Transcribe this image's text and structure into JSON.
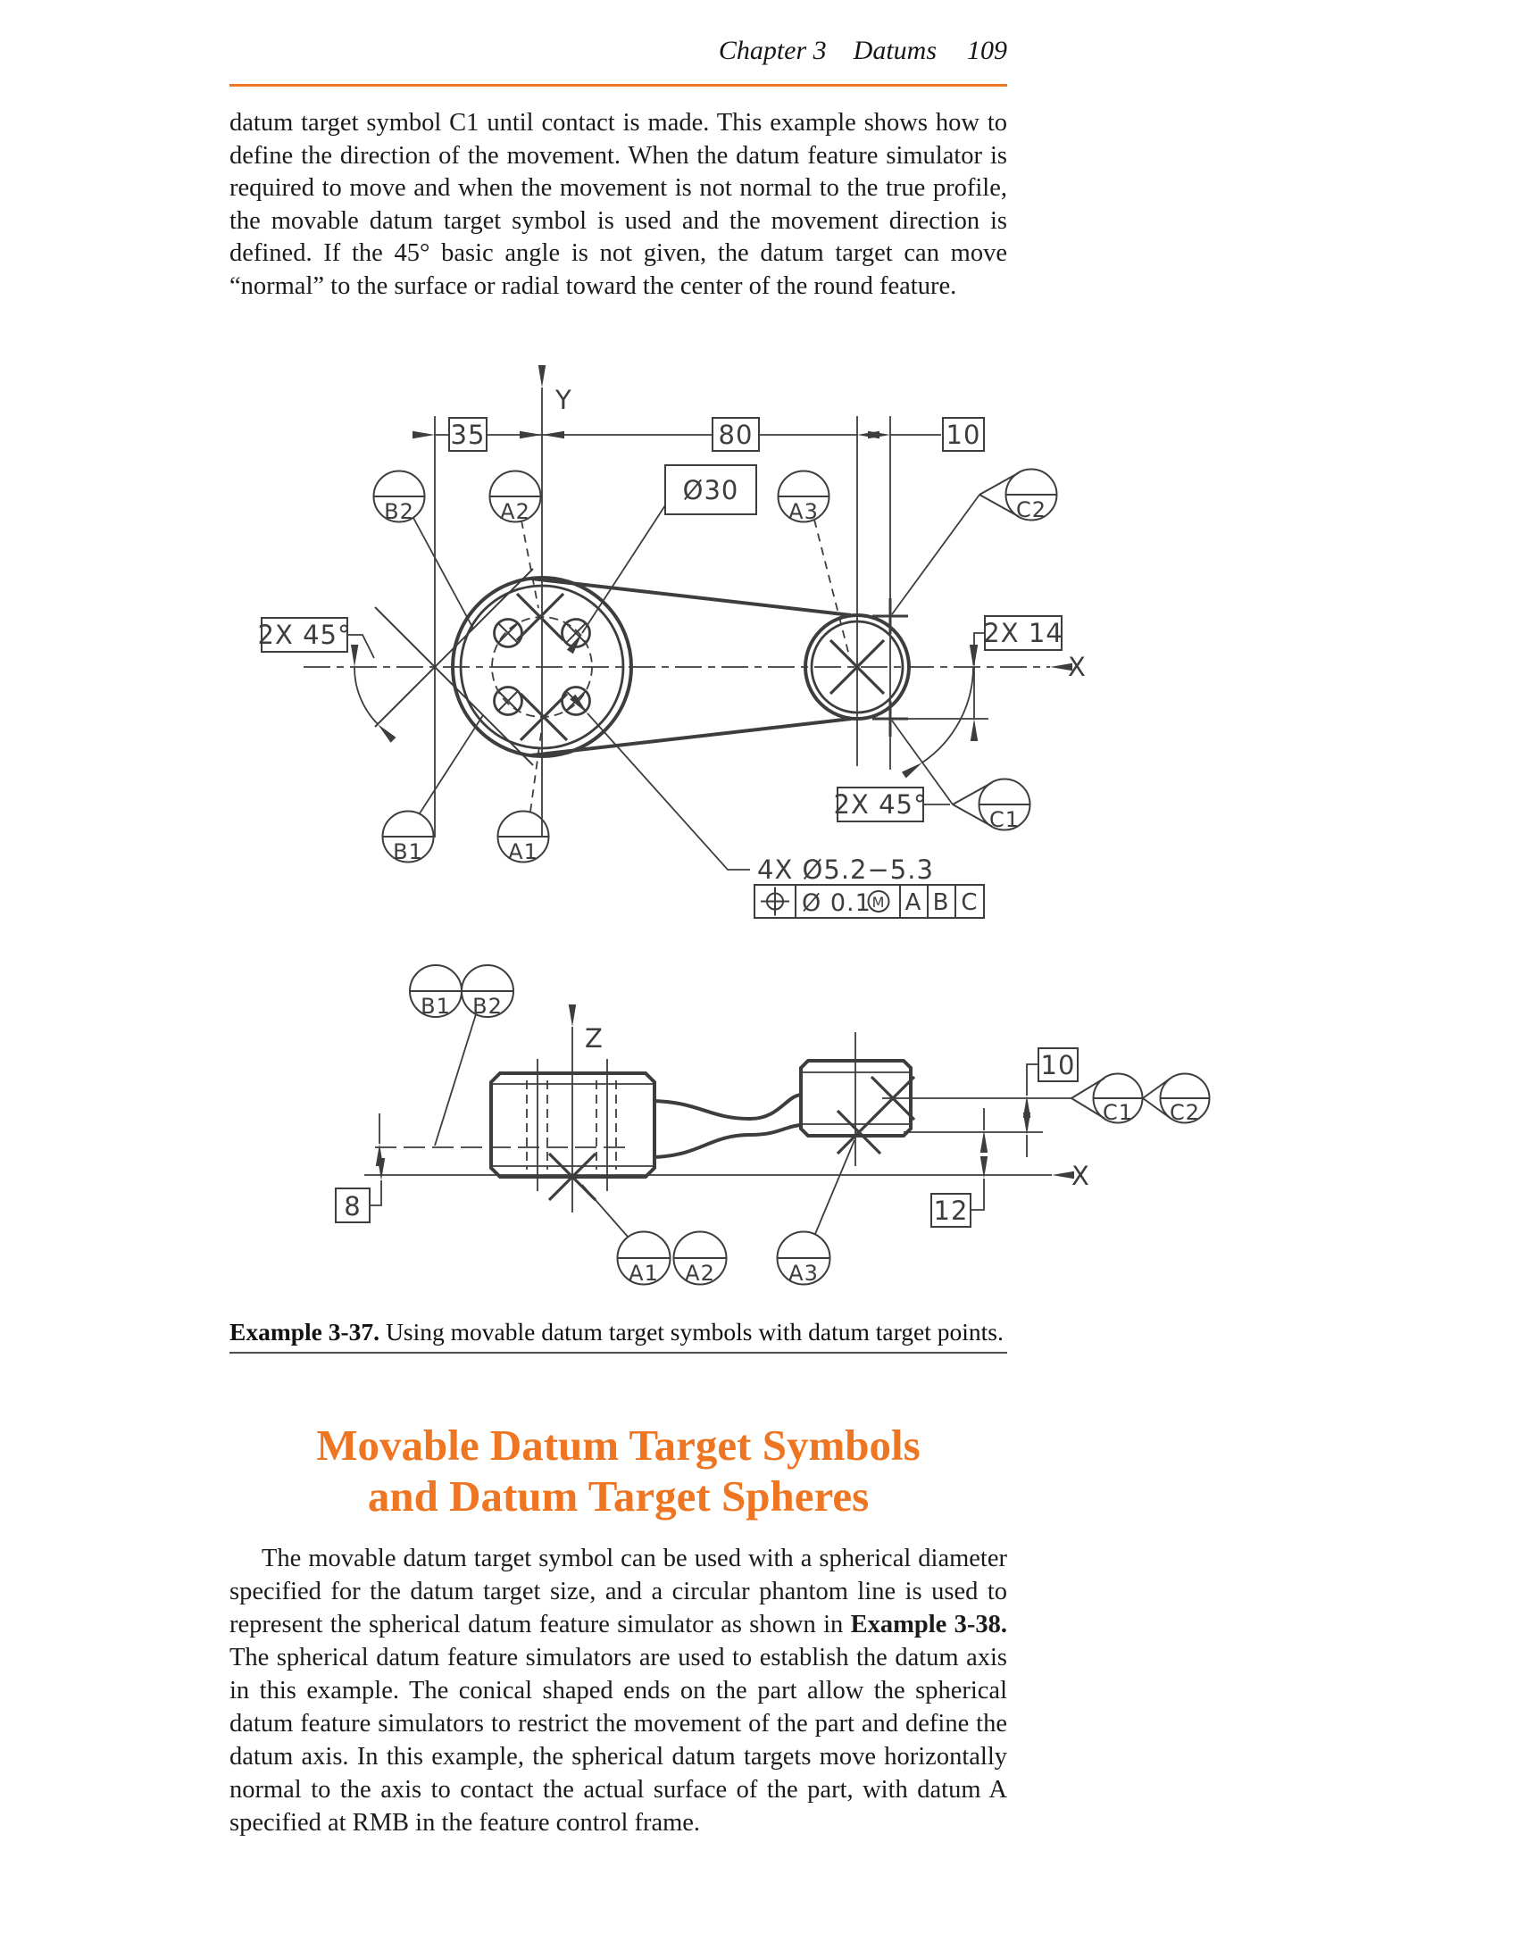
{
  "header": {
    "chapter": "Chapter 3",
    "book_section": "Datums",
    "page_number": "109"
  },
  "paragraph_1": "datum target symbol C1 until contact is made. This example shows how to define the direction of the movement. When the datum feature simulator is required to move and when the movement is not normal to the true profile, the movable datum target symbol is used and the movement direction is defined. If the 45° basic angle is not given, the datum target can move “normal” to the surface or radial toward the center of the round feature.",
  "figure": {
    "top_view": {
      "axis_y": "Y",
      "axis_x": "X",
      "dim_35": "35",
      "dim_80": "80",
      "dim_10": "10",
      "dia_30": "Ø30",
      "angle_left": "2X  45°",
      "angle_right": "2X  45°",
      "dim_2x14": "2X 14",
      "balloon_b2": "B2",
      "balloon_a2": "A2",
      "balloon_a3": "A3",
      "balloon_c2": "C2",
      "balloon_c1": "C1",
      "balloon_b1": "B1",
      "balloon_a1": "A1",
      "callout_4x": "4X Ø5.2−5.3",
      "fcf_tolerance": "Ø 0.1",
      "fcf_modifier": "M",
      "fcf_datum_a": "A",
      "fcf_datum_b": "B",
      "fcf_datum_c": "C"
    },
    "side_view": {
      "axis_z": "Z",
      "axis_x": "X",
      "dim_8": "8",
      "dim_10": "10",
      "dim_12": "12",
      "balloon_b1": "B1",
      "balloon_b2": "B2",
      "balloon_a1": "A1",
      "balloon_a2": "A2",
      "balloon_a3": "A3",
      "balloon_c1": "C1",
      "balloon_c2": "C2"
    }
  },
  "caption": {
    "label": "Example 3-37.",
    "text": "Using movable datum target symbols with datum target points."
  },
  "heading": {
    "line1": "Movable Datum Target Symbols",
    "line2": "and Datum Target Spheres"
  },
  "paragraph_2": {
    "before": "The movable datum target symbol can be used with a spherical diameter specified for the datum target size, and a circular phantom line is used to represent the spherical datum feature simulator as shown in ",
    "bold": "Example 3-38.",
    "after": " The spherical datum feature simulators are used to establish the datum axis in this example. The conical shaped ends on the part allow the spherical datum feature simulators to restrict the movement of the part and define the datum axis. In this example, the spherical datum targets move horizontally normal to the axis to contact the actual surface of the part, with datum A specified at RMB in the feature control frame."
  },
  "colors": {
    "accent_orange": "#EE7623",
    "drawing_line": "#3d3d3d"
  }
}
